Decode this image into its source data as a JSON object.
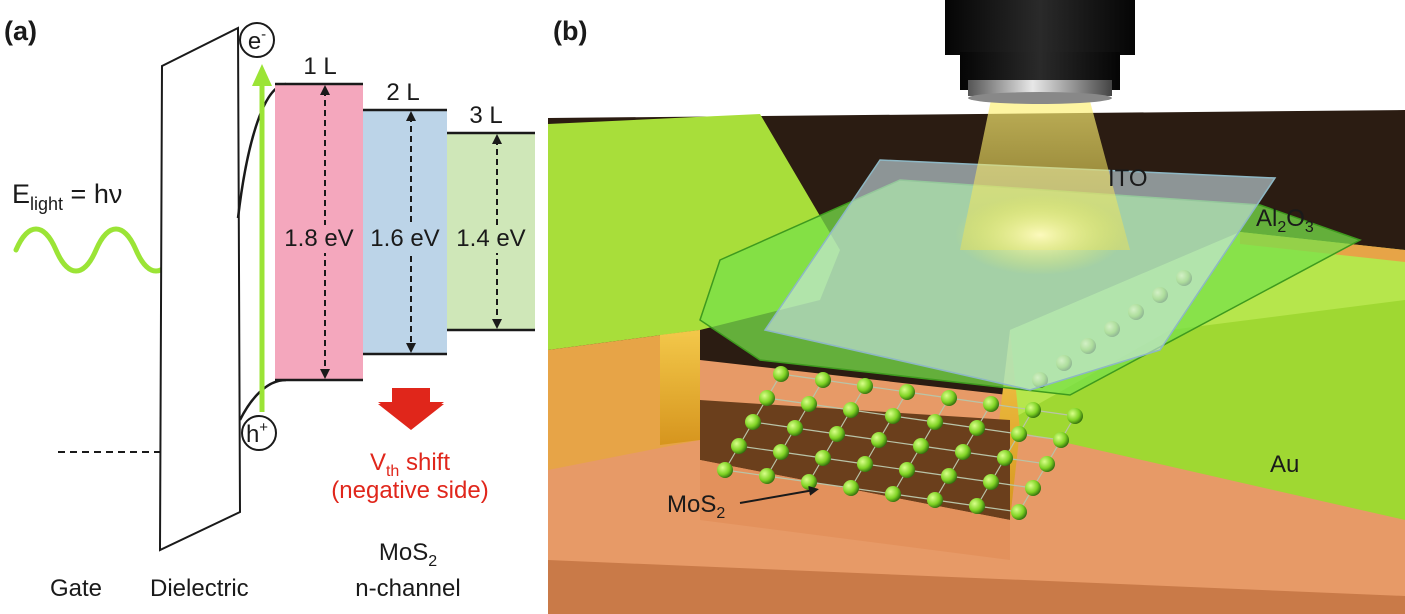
{
  "panel_a": {
    "label": "(a)",
    "light": {
      "main": "E",
      "sub": "light",
      "rest": " = hν"
    },
    "electron": {
      "main": "e",
      "sup": "-"
    },
    "hole": {
      "main": "h",
      "sup": "+"
    },
    "layers": [
      {
        "name": "1 L",
        "gap": "1.8 eV",
        "color": "#f4a7bd"
      },
      {
        "name": "2 L",
        "gap": "1.6 eV",
        "color": "#bcd4e8"
      },
      {
        "name": "3 L",
        "gap": "1.4 eV",
        "color": "#cfe7b8"
      }
    ],
    "vth_shift": {
      "main": "V",
      "sub": "th",
      "rest": " shift",
      "line2": "(negative side)",
      "color": "#e0261b"
    },
    "bottom_labels": {
      "gate": "Gate",
      "dielectric": "Dielectric",
      "mos2": {
        "main": "MoS",
        "sub": "2"
      },
      "nchannel": "n-channel"
    },
    "colors": {
      "green": "#9be436",
      "red": "#e0261b"
    }
  },
  "panel_b": {
    "label": "(b)",
    "ito": "ITO",
    "al2o3": {
      "a": "Al",
      "s1": "2",
      "b": "O",
      "s2": "3"
    },
    "au": "Au",
    "mos2": {
      "main": "MoS",
      "sub": "2"
    },
    "colors": {
      "au": "#a8de3a",
      "substrate": "#e8a070",
      "beam": "#f2ea6a",
      "atom": "#9ae23a"
    }
  }
}
